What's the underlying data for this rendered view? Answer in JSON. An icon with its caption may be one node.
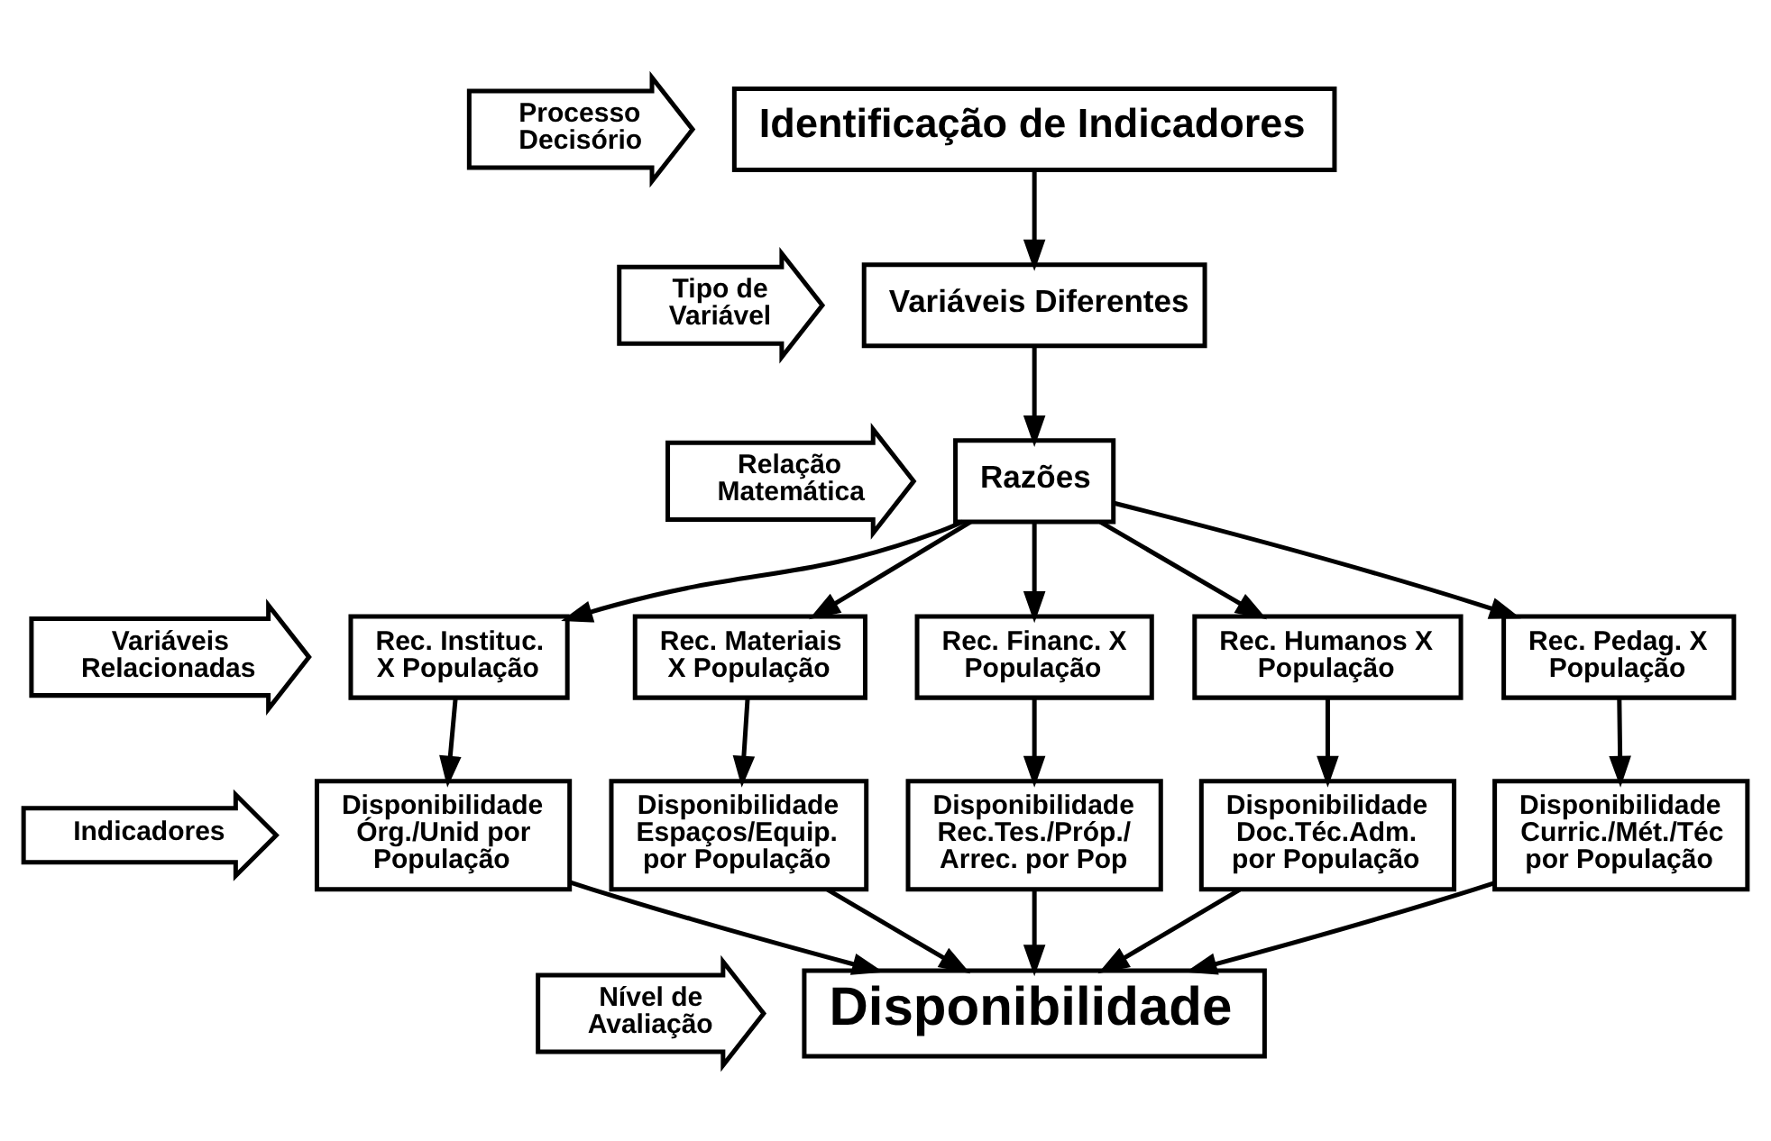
{
  "diagram": {
    "nodes": [
      {
        "text": [
          "Processo Decisório"
        ]
      },
      {
        "text": [
          "Tipo de Variável"
        ]
      },
      {
        "text": [
          "Relação Matemática"
        ]
      },
      {
        "text": [
          "Variáveis Relacionadas"
        ]
      },
      {
        "text": [
          "Indicadores"
        ]
      },
      {
        "text": [
          "Nível de Avaliação"
        ]
      },
      {
        "text": [
          "Identificação de Indicadores"
        ]
      },
      {
        "text": [
          "Variáveis Diferentes"
        ]
      },
      {
        "text": [
          "Razões"
        ]
      },
      {
        "text": [
          "Rec. Instituc. X População"
        ]
      },
      {
        "text": [
          "Rec. Materiais X População"
        ]
      },
      {
        "text": [
          "Rec. Financ. X População"
        ]
      },
      {
        "text": [
          "Rec. Humanos X População"
        ]
      },
      {
        "text": [
          "Rec. Pedag. X População"
        ]
      },
      {
        "text": [
          "Disponibilidade Órg./Unid por População"
        ]
      },
      {
        "text": [
          "Disponibilidade Espaços/Equip. por População"
        ]
      },
      {
        "text": [
          "Disponibilidade Rec.Tes./Próp./ Arrec. por Pop"
        ]
      },
      {
        "text": [
          "Disponibilidade Doc.Téc.Adm. por População"
        ]
      },
      {
        "text": [
          "Disponibilidade Curric./Mét./Téc por População"
        ]
      },
      {
        "text": [
          "Disponibilidade"
        ]
      }
    ],
    "edges": [
      {
        "from": 6,
        "to": 7,
        "arrow": "to"
      },
      {
        "from": 7,
        "to": 8,
        "arrow": "to"
      },
      {
        "from": 8,
        "to": 9,
        "arrow": "to"
      },
      {
        "from": 8,
        "to": 10,
        "arrow": "to"
      },
      {
        "from": 8,
        "to": 11,
        "arrow": "to"
      },
      {
        "from": 8,
        "to": 12,
        "arrow": "to"
      },
      {
        "from": 8,
        "to": 13,
        "arrow": "to"
      },
      {
        "from": 9,
        "to": 14,
        "arrow": "to"
      },
      {
        "from": 10,
        "to": 15,
        "arrow": "to"
      },
      {
        "from": 11,
        "to": 16,
        "arrow": "to"
      },
      {
        "from": 12,
        "to": 17,
        "arrow": "to"
      },
      {
        "from": 13,
        "to": 18,
        "arrow": "to"
      },
      {
        "from": 14,
        "to": 19,
        "arrow": "to"
      },
      {
        "from": 15,
        "to": 19,
        "arrow": "to"
      },
      {
        "from": 16,
        "to": 19,
        "arrow": "to"
      },
      {
        "from": 17,
        "to": 19,
        "arrow": "to"
      },
      {
        "from": 18,
        "to": 19,
        "arrow": "to"
      }
    ]
  }
}
